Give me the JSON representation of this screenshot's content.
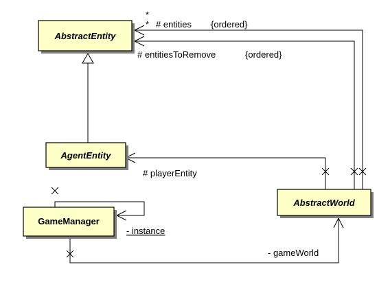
{
  "classes": {
    "abstract_entity": {
      "name": "AbstractEntity",
      "abstract": true
    },
    "agent_entity": {
      "name": "AgentEntity",
      "abstract": true
    },
    "game_manager": {
      "name": "GameManager",
      "abstract": false
    },
    "abstract_world": {
      "name": "AbstractWorld",
      "abstract": true
    }
  },
  "associations": {
    "entities": {
      "role": "# entities",
      "multiplicity": "*",
      "constraint": "{ordered}"
    },
    "entities_to_remove": {
      "role": "# entitiesToRemove",
      "multiplicity": "*",
      "constraint": "{ordered}"
    },
    "player_entity": {
      "role": "# playerEntity"
    },
    "instance": {
      "role": "- instance"
    },
    "game_world": {
      "role": "- gameWorld"
    }
  },
  "colors": {
    "class_fill": "#ffffc8",
    "class_border": "#000000",
    "shadow": "#808080"
  }
}
